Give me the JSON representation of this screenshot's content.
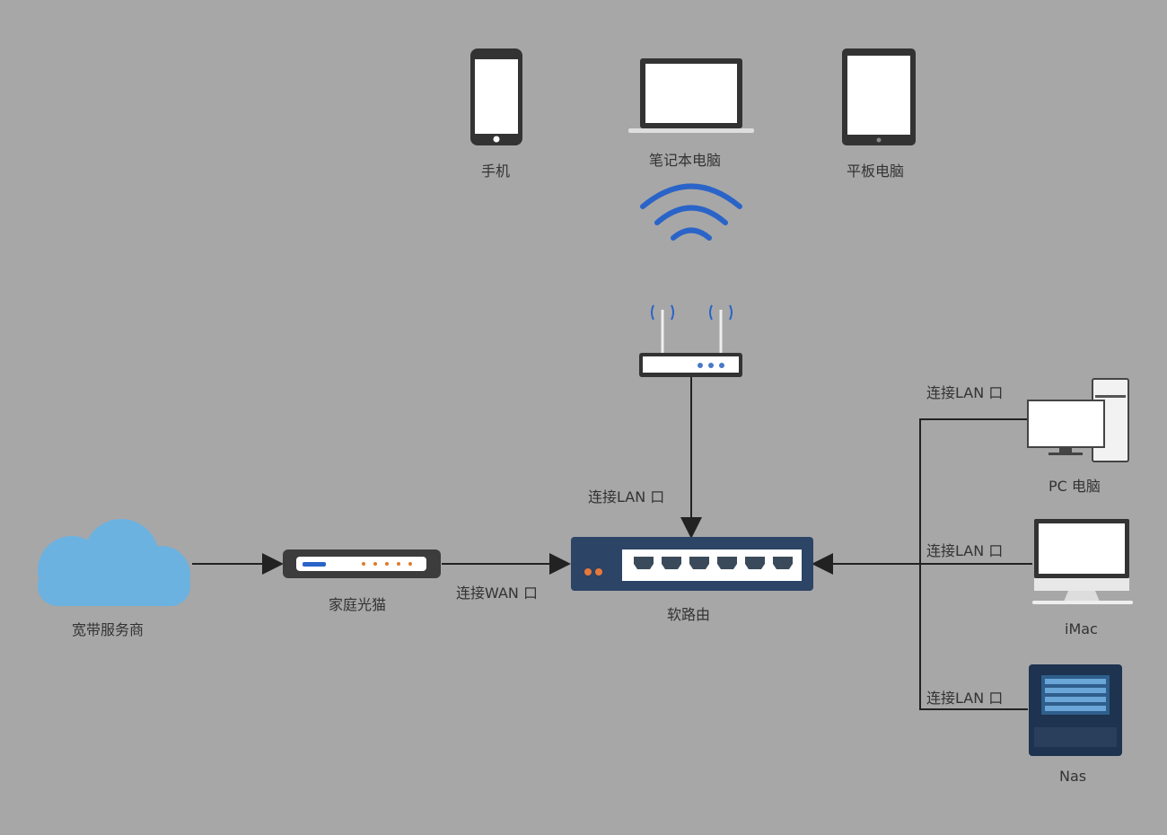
{
  "devices": {
    "phone": "手机",
    "laptop": "笔记本电脑",
    "tablet": "平板电脑",
    "isp": "宽带服务商",
    "modem": "家庭光猫",
    "router": "软路由",
    "pc": "PC 电脑",
    "imac": "iMac",
    "nas": "Nas"
  },
  "links": {
    "wan": "连接WAN 口",
    "lan_ap": "连接LAN 口",
    "lan_pc": "连接LAN 口",
    "lan_imac": "连接LAN 口",
    "lan_nas": "连接LAN 口"
  },
  "colors": {
    "background": "#a7a7a7",
    "wifi": "#2a64c8",
    "cloud": "#6cb2e0",
    "router": "#2c4466"
  }
}
